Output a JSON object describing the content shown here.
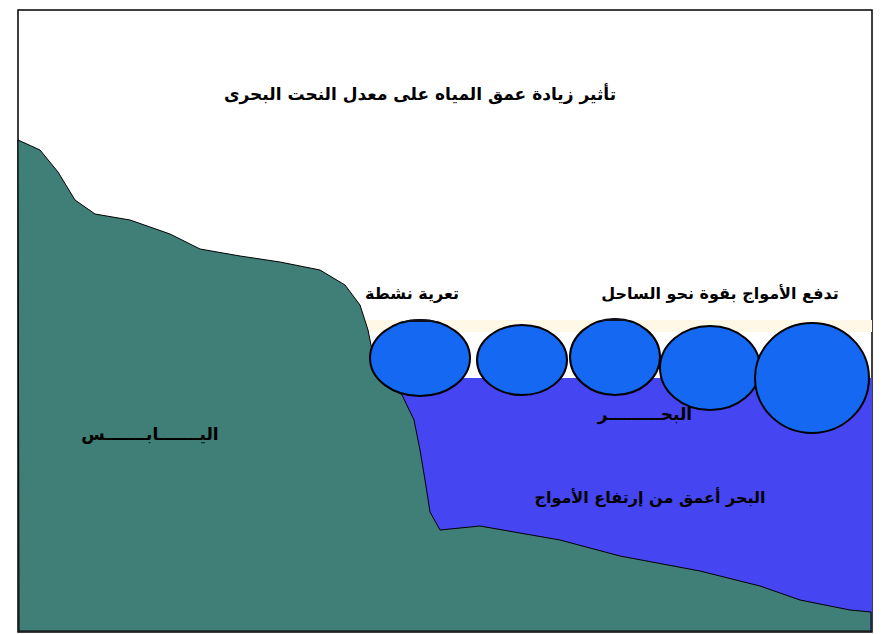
{
  "diagram": {
    "title": "تأثير زيادة عمق المياه على معدل النحت البحرى",
    "labels": [
      "تعرية نشطة",
      "تدفع الأمواج بقوة نحو الساحل",
      "اليـــــــابـــــــس",
      "البحـــــــــر",
      "البحر أعمق من إرتفاع الأمواج"
    ]
  }
}
